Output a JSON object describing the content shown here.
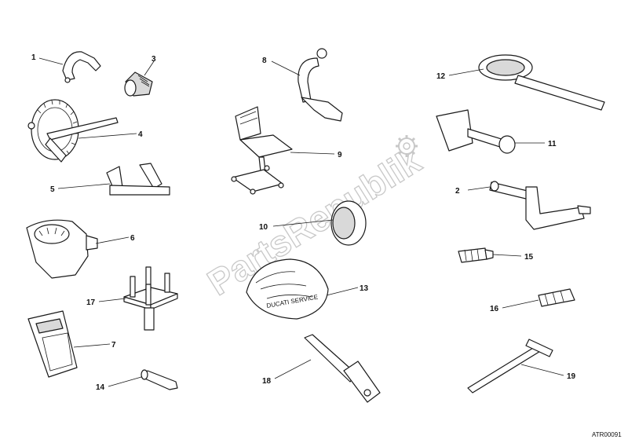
{
  "diagram_code": "ATR00091",
  "watermark": "PartsRepublik",
  "callouts": [
    {
      "id": 1,
      "label": "1"
    },
    {
      "id": 2,
      "label": "2"
    },
    {
      "id": 3,
      "label": "3"
    },
    {
      "id": 4,
      "label": "4"
    },
    {
      "id": 5,
      "label": "5"
    },
    {
      "id": 6,
      "label": "6"
    },
    {
      "id": 7,
      "label": "7"
    },
    {
      "id": 8,
      "label": "8"
    },
    {
      "id": 9,
      "label": "9"
    },
    {
      "id": 10,
      "label": "10"
    },
    {
      "id": 11,
      "label": "11"
    },
    {
      "id": 12,
      "label": "12"
    },
    {
      "id": 13,
      "label": "13"
    },
    {
      "id": 14,
      "label": "14"
    },
    {
      "id": 15,
      "label": "15"
    },
    {
      "id": 16,
      "label": "16"
    },
    {
      "id": 17,
      "label": "17"
    },
    {
      "id": 18,
      "label": "18"
    },
    {
      "id": 19,
      "label": "19"
    }
  ],
  "cover_text": "DUCATI SERVICE",
  "colors": {
    "line": "#1a1a1a",
    "watermark": "#c8c8c8"
  }
}
